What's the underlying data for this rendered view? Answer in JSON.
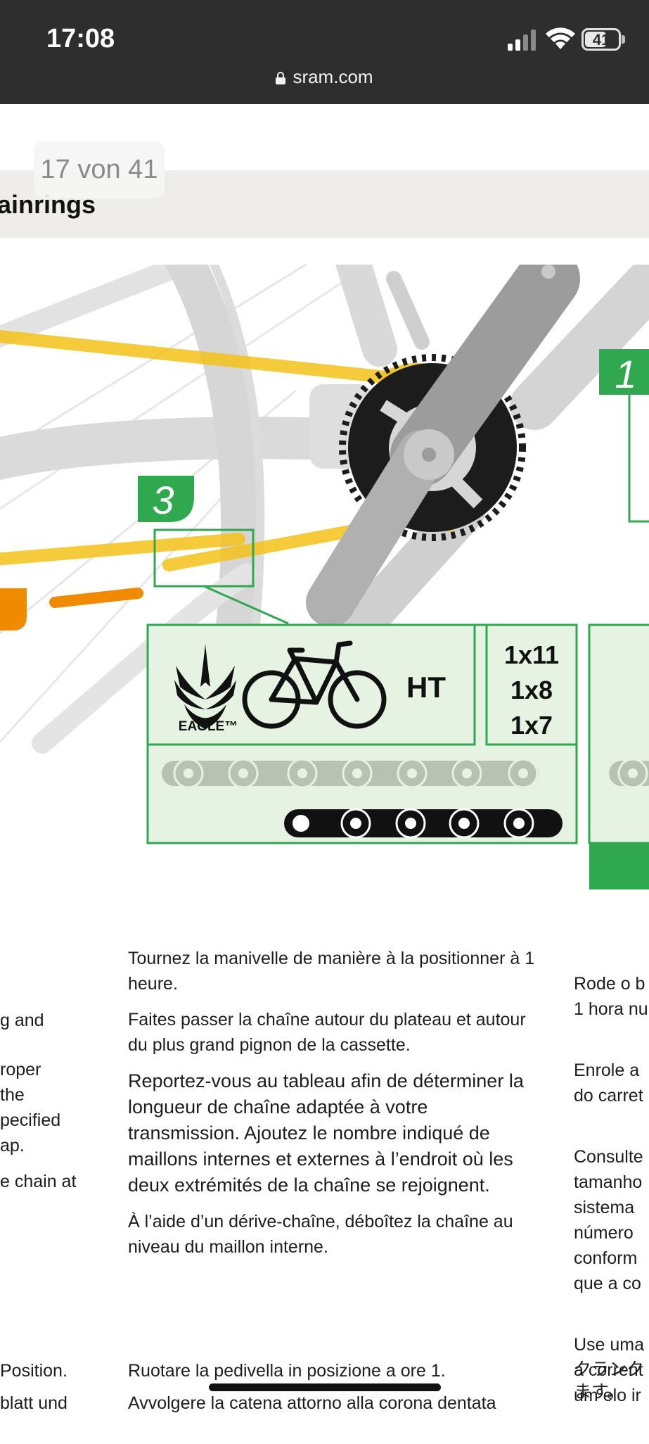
{
  "status_bar": {
    "time": "17:08",
    "battery": "41",
    "url": "sram.com"
  },
  "page": {
    "counter": "17 von 41",
    "heading": "ainrings"
  },
  "diagram": {
    "callout_3": "3",
    "callout_1": "1",
    "eagle_label": "EAGLE™",
    "bike_type": "HT",
    "drivetrain_1": "1x11",
    "drivetrain_2": "1x8",
    "drivetrain_3": "1x7",
    "colors": {
      "green": "#2fa84f",
      "panel": "#e6f3e3",
      "yellow": "#f3c21a",
      "orange": "#f08a00"
    }
  },
  "text": {
    "left_fr_partial": [
      "g and",
      "roper\nthe\npecified\nap.",
      "e chain at"
    ],
    "fr": [
      "Tournez la manivelle de manière à la positionner à 1 heure.",
      "Faites passer la chaîne autour du plateau et autour du plus grand pignon de la cassette.",
      "Reportez-vous au tableau afin de déterminer la longueur de chaîne adaptée à votre transmission. Ajoutez le nombre indiqué de maillons internes et externes à l’endroit où les deux extrémités de la chaîne se rejoignent.",
      "À l’aide d’un dérive-chaîne, déboîtez la chaîne au niveau du maillon interne."
    ],
    "pt_partial": [
      "Rode o b\n1 hora nu",
      "Enrole a\ndo carret",
      "Consulte\ntamanho\nsistema\nnúmero\nconform\nque a co",
      "Use uma\na corrent\num elo ir"
    ],
    "left_it_partial": "Position.",
    "left_it_partial_2": "blatt und",
    "it": [
      "Ruotare la pedivella in posizione a ore 1.",
      "Avvolgere la catena attorno alla corona dentata"
    ],
    "ja_partial": [
      "クランク",
      "ます。"
    ]
  }
}
